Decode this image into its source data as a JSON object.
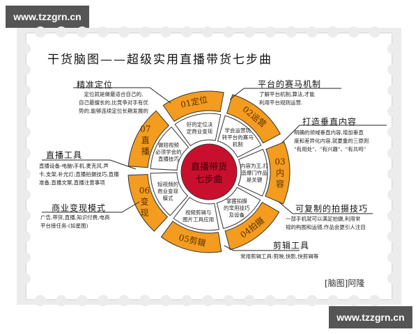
{
  "watermark": {
    "text": "www.tzzgrn.cn"
  },
  "title": "干货脑图——超级实用直播带货七步曲",
  "center": {
    "line1": "直播带货",
    "line2": "七步曲",
    "color": "#c8102e"
  },
  "colors": {
    "orange": "#f39c1f",
    "ring_stroke": "#333333",
    "red": "#c8102e",
    "stamp": "#ececec"
  },
  "steps": [
    {
      "num": "01",
      "name": "定位",
      "inner": [
        "好的定位决",
        "定商业变现"
      ]
    },
    {
      "num": "02",
      "name": "运营",
      "inner": [
        "学会运营玩",
        "转平台的赛马",
        "机制"
      ]
    },
    {
      "num": "03",
      "name": "内容",
      "inner": [
        "内容为王,打",
        "造爆门作品",
        "是关键"
      ]
    },
    {
      "num": "04",
      "name": "拍摄",
      "inner": [
        "掌握拍摄",
        "的常用技巧",
        "及设备"
      ]
    },
    {
      "num": "05",
      "name": "剪辑",
      "inner": [
        "视频剪辑与",
        "图片工具应用"
      ]
    },
    {
      "num": "06",
      "name": "变现",
      "inner": [
        "短视频的",
        "商业变现",
        "模式"
      ]
    },
    {
      "num": "07",
      "name": "直播",
      "inner": [
        "做短视频",
        "必须学会的",
        "直播技巧"
      ]
    }
  ],
  "notes": {
    "positioning": {
      "heading": "精准定位",
      "lines": [
        "定位就是做最适合自己的,",
        "自己最擅长的,比竞争对手有优",
        "势的,能够连续定位长期发展的"
      ]
    },
    "platform": {
      "heading": "平台的赛马机制",
      "lines": [
        "了解平台机制,算法,才能",
        "利用平台规则运营."
      ]
    },
    "vertical": {
      "heading": "打造垂直内容",
      "lines": [
        "明确的领域垂直内容,增加垂直",
        "度和差异化内容,就要重的三原则",
        "\"有用处\"、\"有兴趣\"、\"有共鸣\""
      ]
    },
    "tools": {
      "heading": "直播工具",
      "lines": [
        "直播设备-电脑\\手机,麦克风,声",
        "卡,支架,补光灯;直播拍摄技巧,直播",
        "准备,直播文案,直播注意事项"
      ]
    },
    "monetize": {
      "heading": "商业变现模式",
      "lines": [
        "广告,带货,直播,知识付费,电商",
        "平台接任务-(如星图)"
      ]
    },
    "shooting": {
      "heading": "可复制的拍摄技巧",
      "lines": [
        "一部手机就可以满足拍摄,利用常",
        "规的构图和运镜,作品会更引人注目"
      ]
    },
    "editing": {
      "heading": "剪辑工具",
      "lines": [
        "常用剪辑工具:剪映,快影,快剪辑等"
      ]
    }
  },
  "signature": "[脑图]阿隆"
}
